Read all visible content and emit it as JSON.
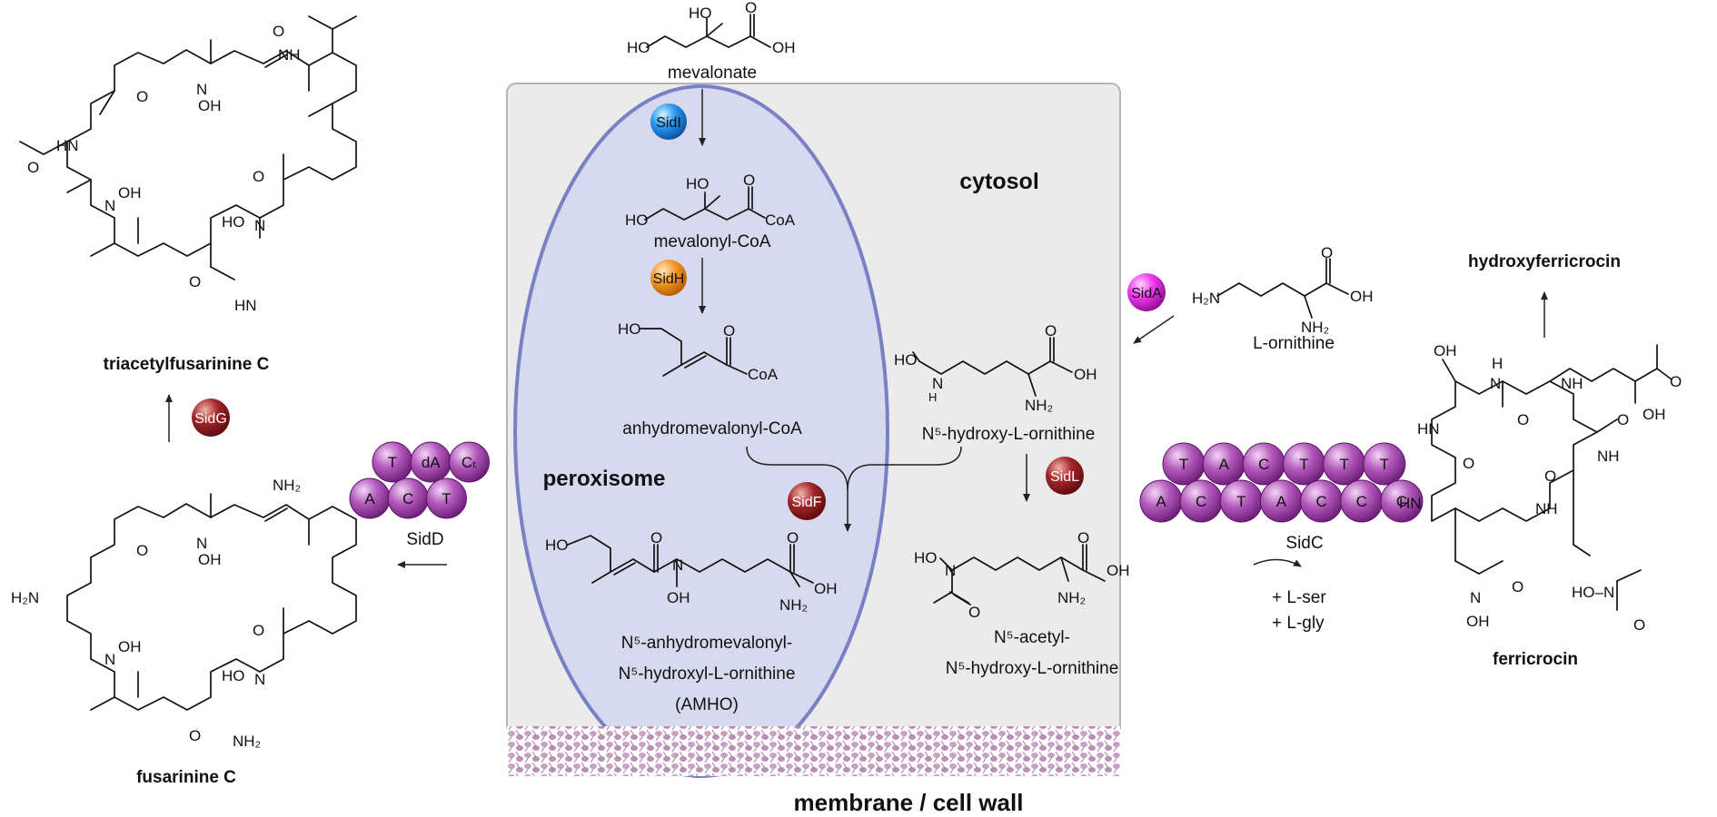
{
  "compartments": {
    "cytosol": "cytosol",
    "peroxisome": "peroxisome",
    "membrane": "membrane / cell wall"
  },
  "compounds": {
    "mevalonate": "mevalonate",
    "mevalonyl_coa": "mevalonyl-CoA",
    "anhydromevalonyl_coa": "anhydromevalonyl-CoA",
    "hydroxyornithine": "N5-hydroxy-L-ornithine",
    "l_ornithine": "L-ornithine",
    "amho_line1": "N5-anhydromevalonyl-",
    "amho_line2": "N5-hydroxyl-L-ornithine",
    "amho_line3": "(AMHO)",
    "acetyl_line1": "N5-acetyl-",
    "acetyl_line2": "N5-hydroxy-L-ornithine",
    "tafc": "triacetylfusarinine C",
    "fusarinine_c": "fusarinine C",
    "ferricrocin": "ferricrocin",
    "hydroxyferricrocin": "hydroxyferricrocin"
  },
  "enzymes": {
    "sidI": {
      "label": "SidI",
      "color": "#1e90e6"
    },
    "sidH": {
      "label": "SidH",
      "color": "#f08c1e"
    },
    "sidA": {
      "label": "SidA",
      "color": "#e01ee0"
    },
    "sidF": {
      "label": "SidF",
      "color": "#8b1a1a"
    },
    "sidL": {
      "label": "SidL",
      "color": "#8b1a1a"
    },
    "sidG": {
      "label": "SidG",
      "color": "#8b1a1a"
    }
  },
  "nrps": {
    "sidD": {
      "name": "SidD",
      "top": [
        "T",
        "dA",
        "CT"
      ],
      "bottom": [
        "A",
        "C",
        "T"
      ]
    },
    "sidC": {
      "name": "SidC",
      "top": [
        "T",
        "A",
        "C",
        "T",
        "T",
        "T"
      ],
      "bottom": [
        "A",
        "C",
        "T",
        "A",
        "C",
        "C",
        "C"
      ],
      "cofactors": [
        "+ L-ser",
        "+ L-gly"
      ]
    }
  },
  "colors": {
    "bead": "#9b2fa6",
    "cytosol_box": "#ebebeb",
    "peroxisome_fill": "#d8daf0",
    "peroxisome_stroke": "#7a80c4",
    "membrane": "#c9a9c4"
  }
}
